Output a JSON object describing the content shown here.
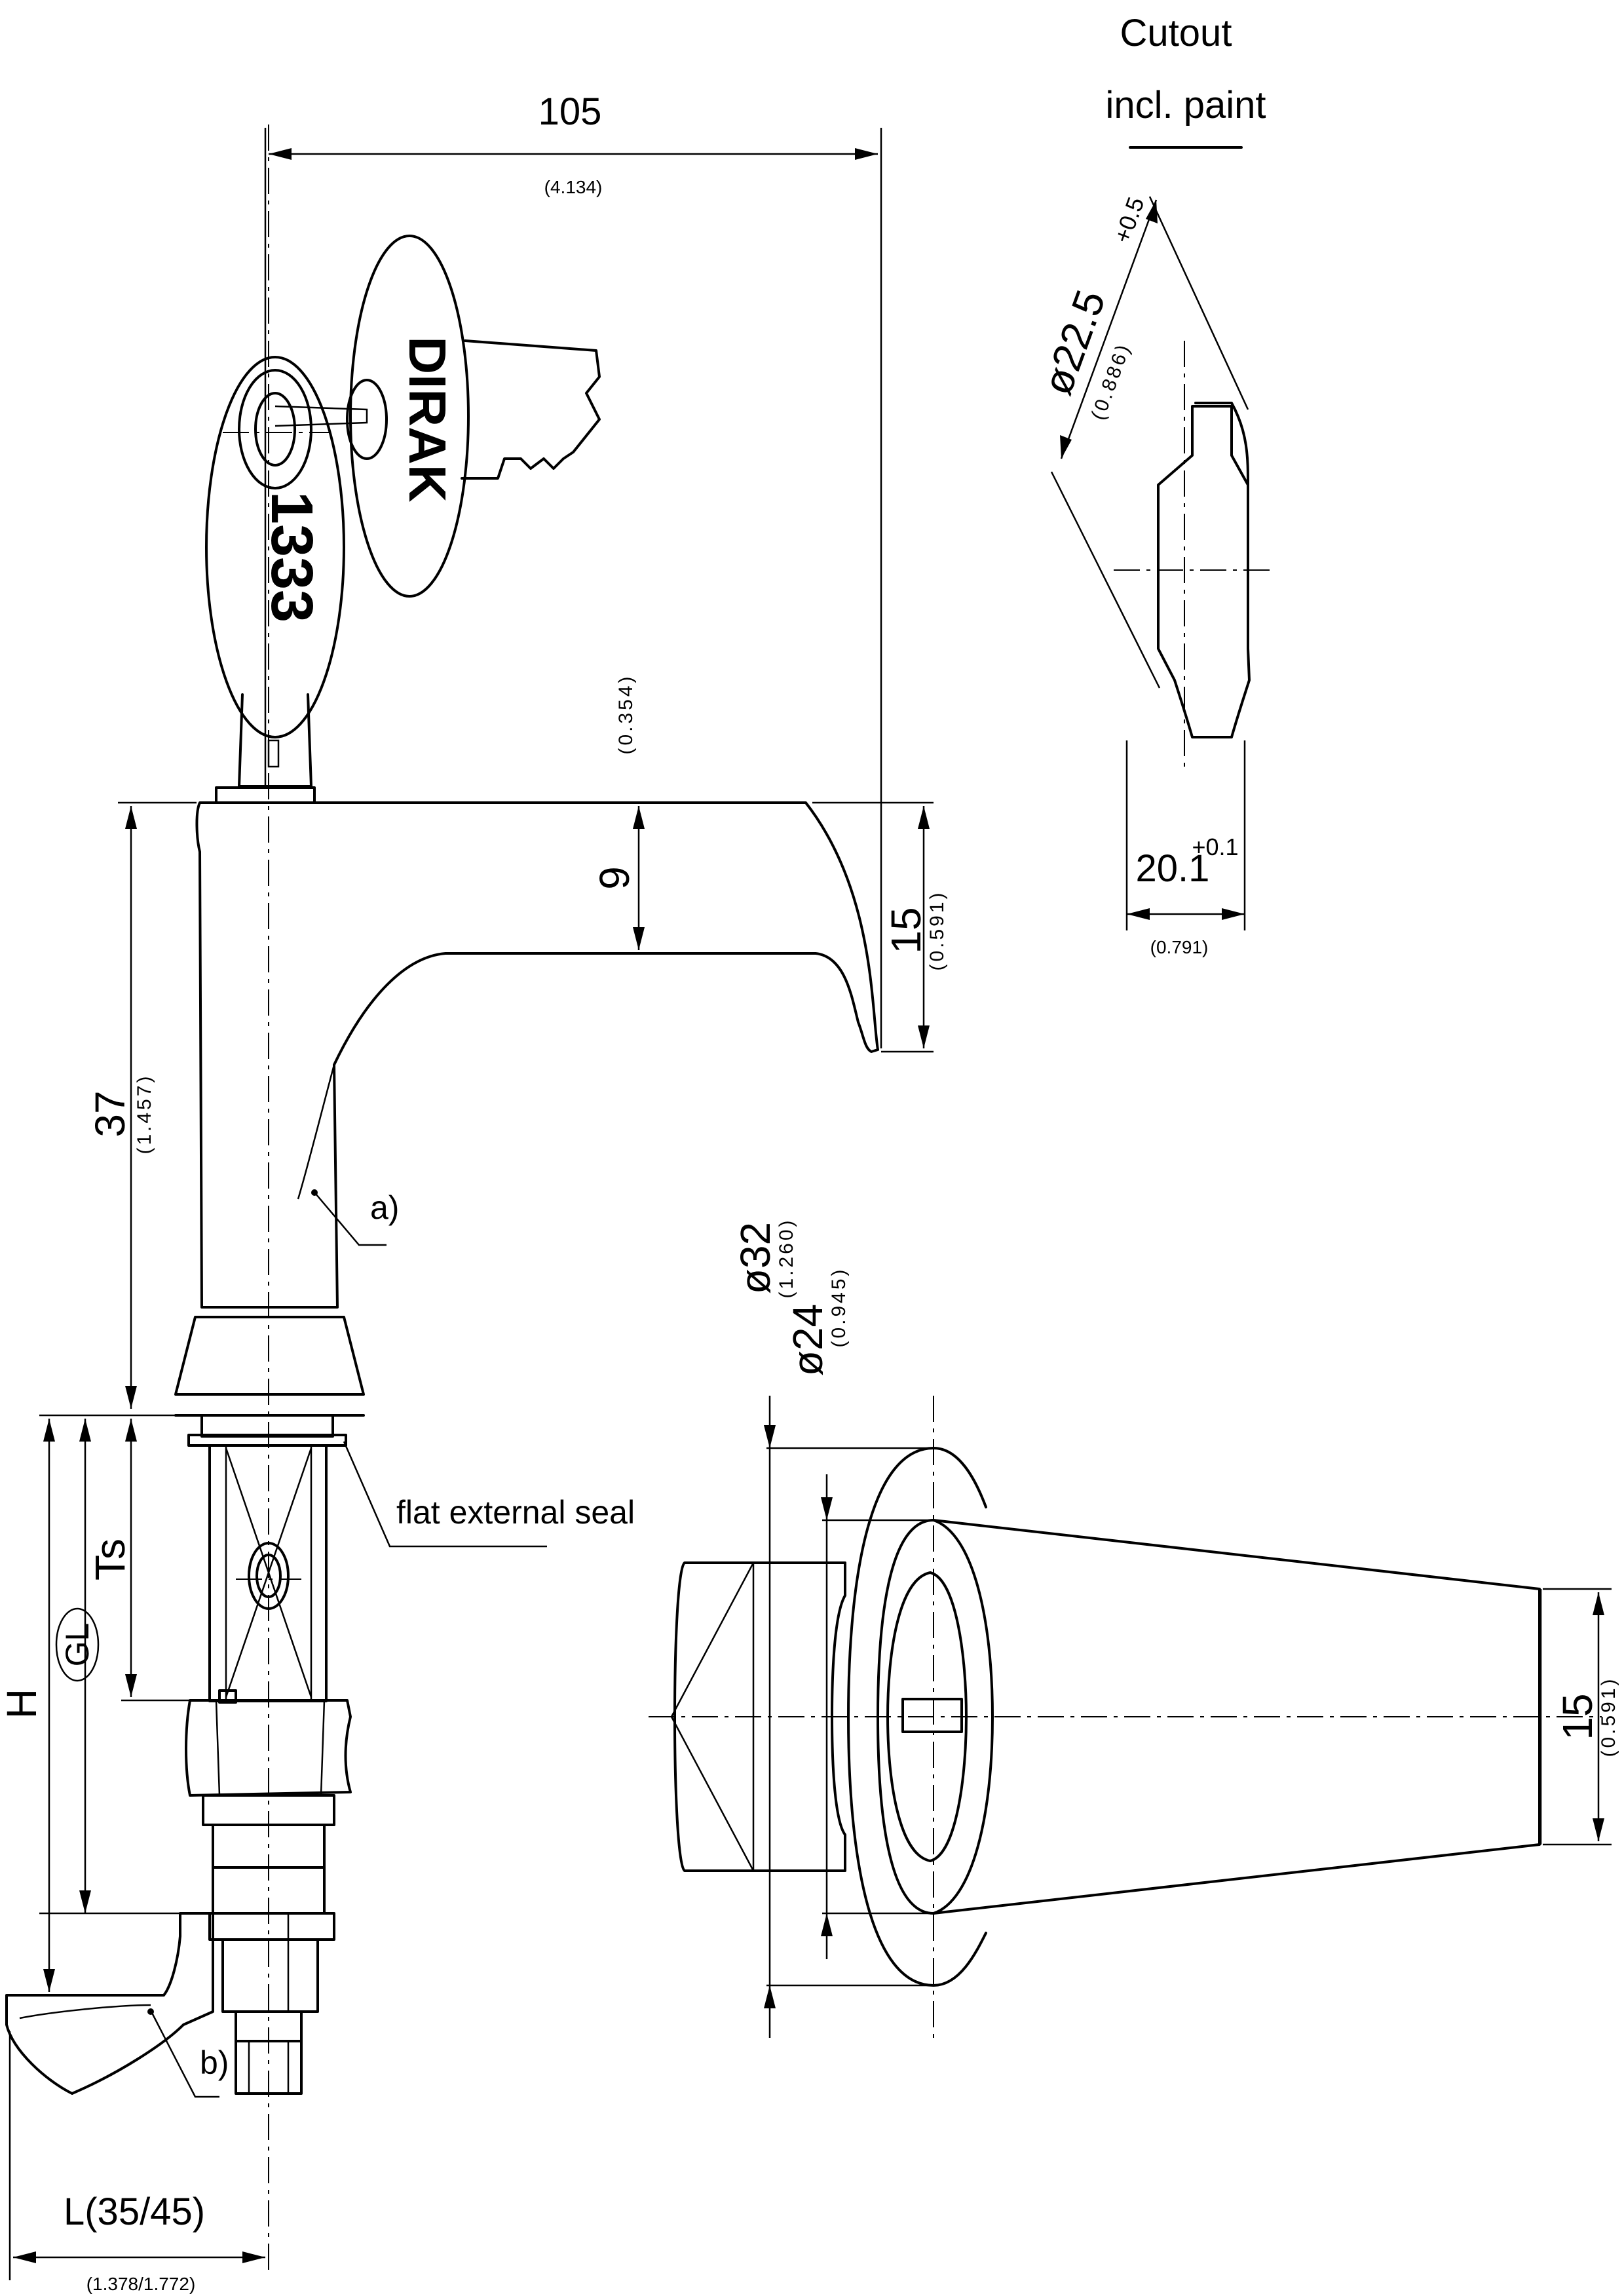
{
  "labels": {
    "cutout_line1": "Cutout",
    "cutout_line2": "incl. paint",
    "flat_seal": "flat external seal",
    "note_a": "a)",
    "note_b": "b)",
    "key_number": "1333",
    "key_brand": "DIRAK"
  },
  "dimensions": {
    "width_105": "105",
    "width_105_in": "(4.134)",
    "height_37": "37",
    "height_37_in": "(1.457)",
    "height_9": "9",
    "height_9_in": "(0.354)",
    "height_15": "15",
    "height_15_in": "(0.591)",
    "dia_22_5": "ø22.5",
    "dia_22_5_tol": "+0.5",
    "dia_22_5_in": "(0.886)",
    "width_20_1": "20.1",
    "width_20_1_tol": "+0.1",
    "width_20_1_in": "(0.791)",
    "dia_32": "ø32",
    "dia_32_in": "(1.260)",
    "dia_24": "ø24",
    "dia_24_in": "(0.945)",
    "top_15": "15",
    "top_15_in": "(0.591)",
    "ts": "Ts",
    "gl": "GL",
    "h": "H",
    "length_l": "L(35/45)",
    "length_l_in": "(1.378/1.772)"
  }
}
